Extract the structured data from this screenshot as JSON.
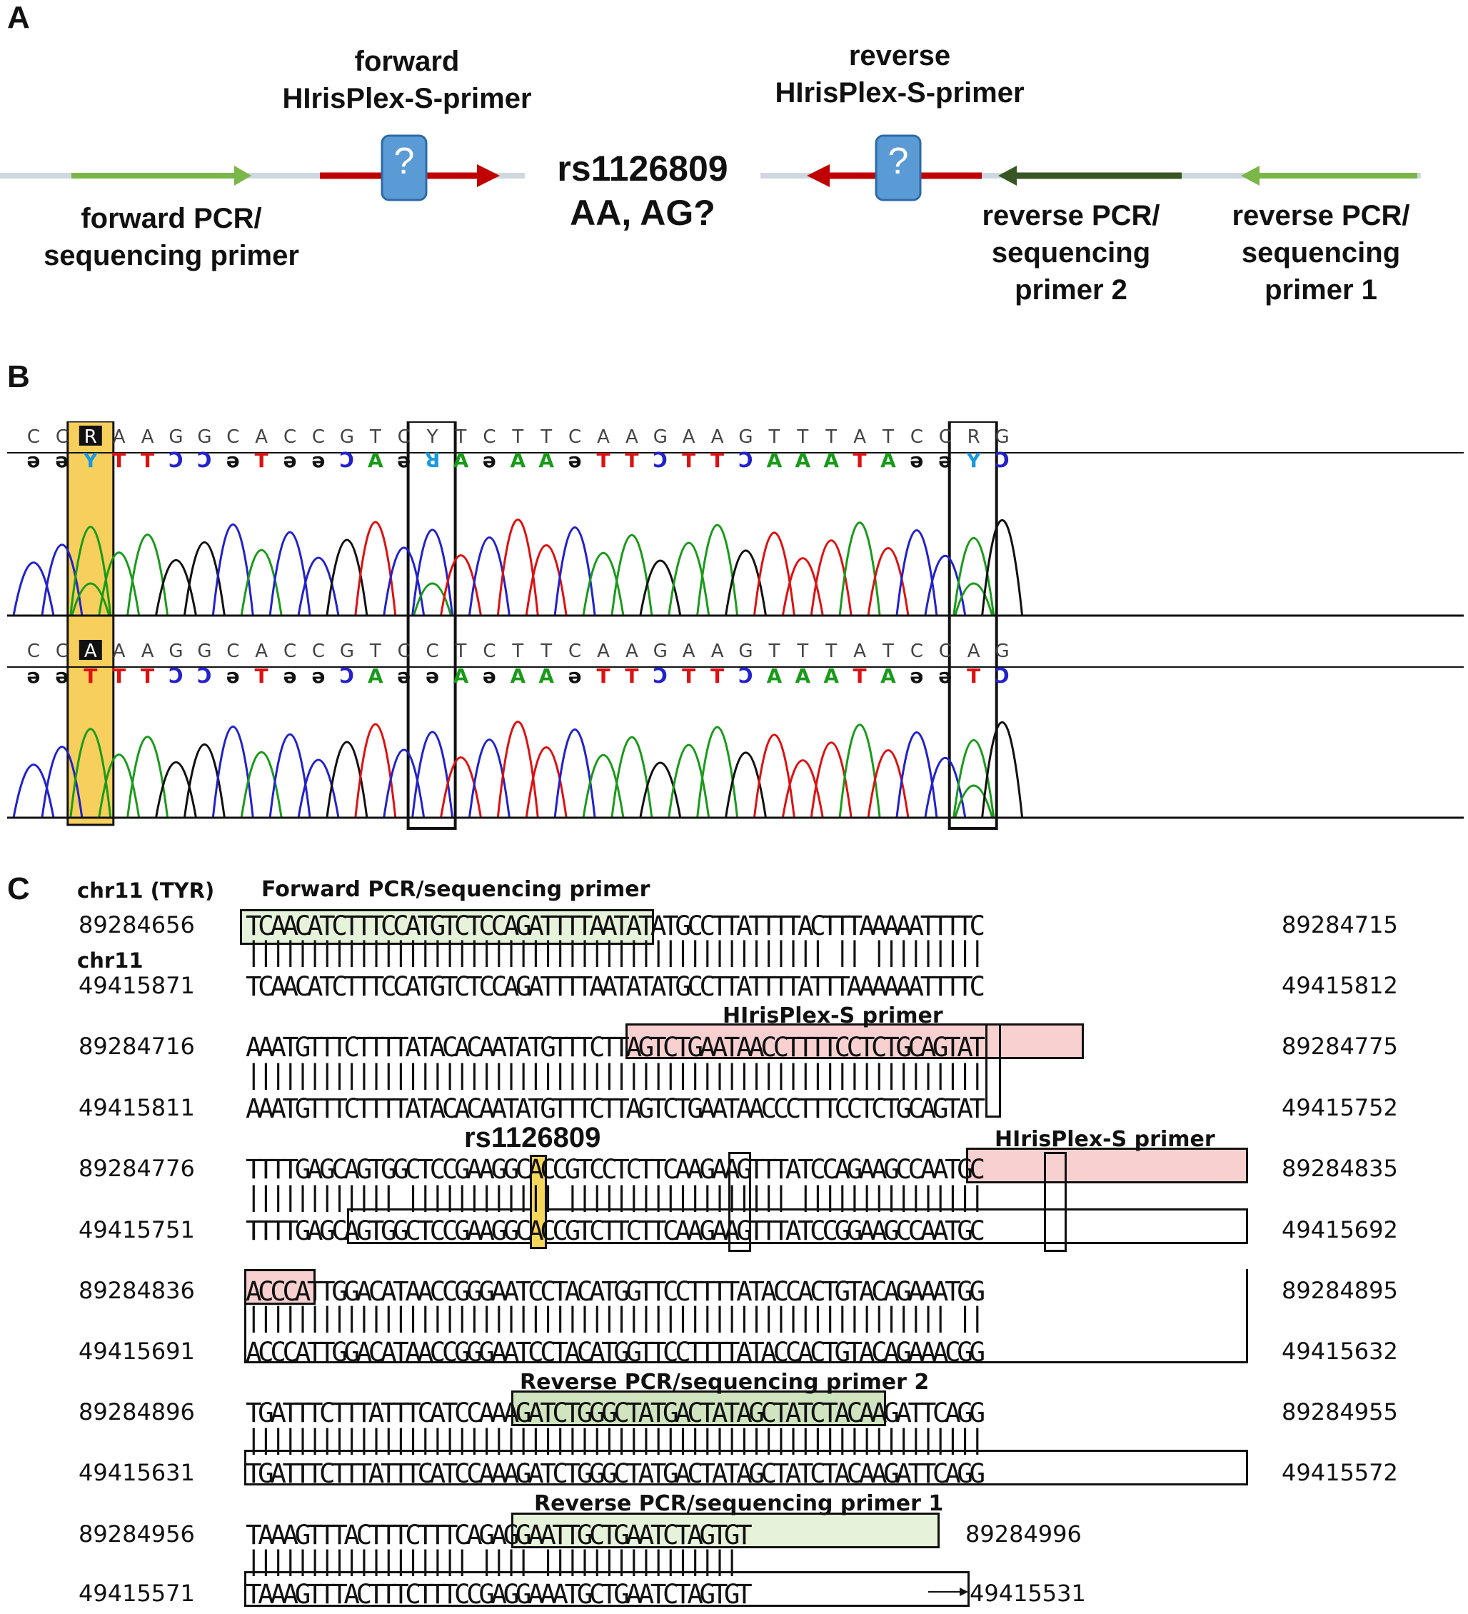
{
  "panels": {
    "a": "A",
    "b": "B",
    "c": "C"
  },
  "panel_a": {
    "forward_primer_label": "forward\nHIrisPlex-S-primer",
    "reverse_primer_label": "reverse\nHIrisPlex-S-primer",
    "snp_label": "rs1126809\nAA, AG?",
    "forward_pcr_label": "forward PCR/\nsequencing primer",
    "reverse_pcr2_label": "reverse PCR/\nsequencing\nprimer 2",
    "reverse_pcr1_label": "reverse PCR/\nsequencing\nprimer 1",
    "question_mark": "?"
  },
  "panel_b": {
    "top_bases": [
      "C",
      "C",
      "R",
      "A",
      "A",
      "G",
      "G",
      "C",
      "A",
      "C",
      "C",
      "G",
      "T",
      "C",
      "Y",
      "T",
      "C",
      "T",
      "T",
      "C",
      "A",
      "A",
      "G",
      "A",
      "A",
      "G",
      "T",
      "T",
      "T",
      "A",
      "T",
      "C",
      "C",
      "R",
      "G"
    ],
    "top_comp": [
      "ə",
      "ə",
      "Y",
      "T",
      "T",
      "Ͻ",
      "Ͻ",
      "ə",
      "T",
      "ə",
      "ə",
      "Ͻ",
      "A",
      "ə",
      "ꓤ",
      "A",
      "ə",
      "A",
      "A",
      "ə",
      "T",
      "T",
      "Ͻ",
      "T",
      "T",
      "Ͻ",
      "A",
      "A",
      "A",
      "T",
      "A",
      "ə",
      "ə",
      "Y",
      "Ͻ"
    ],
    "bottom_bases": [
      "C",
      "C",
      "A",
      "A",
      "A",
      "G",
      "G",
      "C",
      "A",
      "C",
      "C",
      "G",
      "T",
      "C",
      "C",
      "T",
      "C",
      "T",
      "T",
      "C",
      "A",
      "A",
      "G",
      "A",
      "A",
      "G",
      "T",
      "T",
      "T",
      "A",
      "T",
      "C",
      "C",
      "A",
      "G"
    ],
    "bottom_comp": [
      "ə",
      "ə",
      "T",
      "T",
      "T",
      "Ͻ",
      "Ͻ",
      "ə",
      "T",
      "ə",
      "ə",
      "Ͻ",
      "A",
      "ə",
      "ə",
      "A",
      "ə",
      "A",
      "A",
      "ə",
      "T",
      "T",
      "Ͻ",
      "T",
      "T",
      "Ͻ",
      "A",
      "A",
      "A",
      "T",
      "A",
      "ə",
      "ə",
      "T",
      "Ͻ"
    ],
    "colors": {
      "A": "#1a9a1a",
      "C": "#2222cc",
      "G": "#111111",
      "T": "#dd1111",
      "highlight": "#f7cf5c"
    }
  },
  "panel_c": {
    "chr_top": "chr11 (TYR)",
    "chr_bottom": "chr11",
    "snp": "rs1126809",
    "box_labels": {
      "fwd": "Forward PCR/sequencing primer",
      "hiris1": "HIrisPlex-S primer",
      "hiris2": "HIrisPlex-S primer",
      "rev2": "Reverse PCR/sequencing primer 2",
      "rev1": "Reverse PCR/sequencing primer 1"
    },
    "rows": [
      {
        "n1": "89284656",
        "s1": "TCAACATCTTTCCATGTCTCCAGATTTTAATATATGCCTTATTTTACTTTAAAAATTTTC",
        "e1": "89284715",
        "bars": "||||||||||||||||||||||||||||||||||||||||||||||| || |||||||||",
        "n2": "49415871",
        "s2": "TCAACATCTTTCCATGTCTCCAGATTTTAATATATGCCTTATTTTATTTAAAAAATTTTC",
        "e2": "49415812"
      },
      {
        "n1": "89284716",
        "s1": "AAATGTTTCTTTTATACACAATATGTTTCTTAGTCTGAATAACCTTTTCCTCTGCAGTAT",
        "e1": "89284775",
        "bars": "||||||||||||||||||||||||||||||||||||||||||||||||||||||||||||",
        "n2": "49415811",
        "s2": "AAATGTTTCTTTTATACACAATATGTTTCTTAGTCTGAATAACCCTTTCCTCTGCAGTAT",
        "e2": "49415752"
      },
      {
        "n1": "89284776",
        "s1": "TTTTGAGCAGTGGCTCCGAAGGCACCGTCCTCTTCAAGAAGTTTATCCAGAAGCCAATGC",
        "e1": "89284835",
        "bars": "|||||||||||| |||||||||||| |||||||||||||||||| |||||||||||||||",
        "n2": "49415751",
        "s2": "TTTTGAGCAGTGGCTCCGAAGGCACCGTCTTCTTCAAGAAGTTTATCCGGAAGCCAATGC",
        "e2": "49415692"
      },
      {
        "n1": "89284836",
        "s1": "ACCCATTGGACATAACCGGGAATCCTACATGGTTCCTTTTATACCACTGTACAGAAATGG",
        "e1": "89284895",
        "bars": "||||||||||||||||||||||||||||||||||||||||||||||||||||||||| ||",
        "n2": "49415691",
        "s2": "ACCCATTGGACATAACCGGGAATCCTACATGGTTCCTTTTATACCACTGTACAGAAACGG",
        "e2": "49415632"
      },
      {
        "n1": "89284896",
        "s1": "TGATTTCTTTATTTCATCCAAAGATCTGGGCTATGACTATAGCTATCTACAAGATTCAGG",
        "e1": "89284955",
        "bars": "||||||||||||||||||||||||||||||||||||||||||||||||||||||||||||",
        "n2": "49415631",
        "s2": "TGATTTCTTTATTTCATCCAAAGATCTGGGCTATGACTATAGCTATCTACAAGATTCAGG",
        "e2": "49415572"
      },
      {
        "n1": "89284956",
        "s1": "TAAAGTTTACTTTCTTTCAGAGGAATTGCTGAATCTAGTGT",
        "e1": "89284996",
        "bars": "|||||||||||||||||| |||| ||||||||||||||||",
        "n2": "49415571",
        "s2": "TAAAGTTTACTTTCTTTCCGAGGAAATGCTGAATCTAGTGT",
        "e2": "49415531"
      }
    ]
  }
}
